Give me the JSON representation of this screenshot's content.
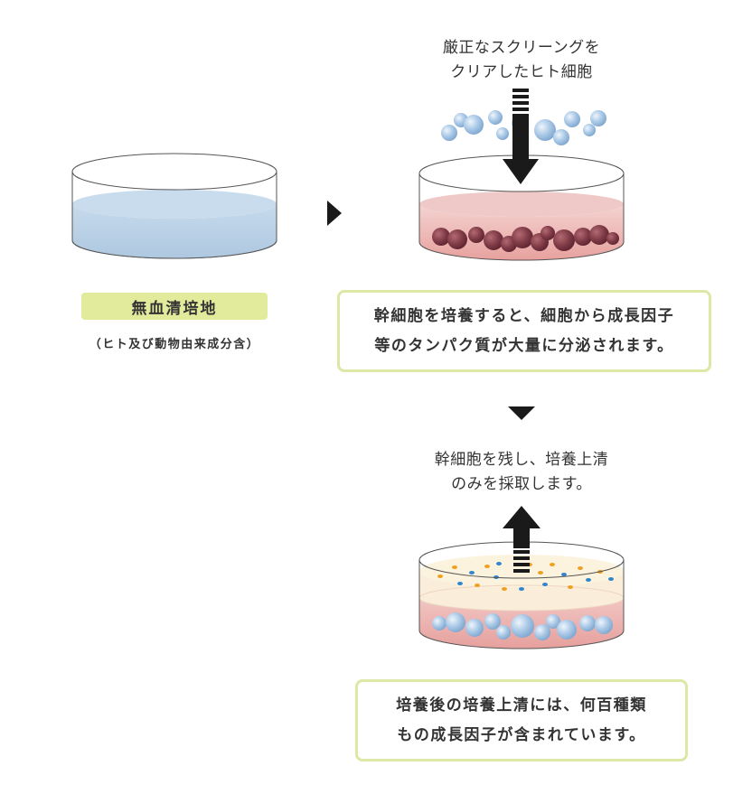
{
  "screening_caption": {
    "line1": "厳正なスクリーングを",
    "line2": "クリアしたヒト細胞"
  },
  "medium_label": "無血清培地",
  "medium_sublabel": "（ヒト及び動物由来成分含）",
  "culture_box": {
    "line1": "幹細胞を培養すると、細胞から成長因子",
    "line2": "等のタンパク質が大量に分泌されます。"
  },
  "harvest_caption": {
    "line1": "幹細胞を残し、培養上清",
    "line2": "のみを採取します。"
  },
  "result_box": {
    "line1": "培養後の培養上清には、何百種類",
    "line2": "もの成長因子が含まれています。"
  },
  "colors": {
    "medium_blue": "#b5cde3",
    "culture_red": "#e9a9a6",
    "supernatant_cream": "#fbf2d9",
    "cell_dark": "#8a4650",
    "cell_blue": "#9ec0e0",
    "label_green": "#e2eb9c",
    "box_border": "#dbe8a6",
    "arrow": "#1a1a1a",
    "dot_orange": "#f0a020",
    "dot_blue": "#2f86cc"
  },
  "icons": {
    "flow_right": "triangle-right-icon",
    "flow_down": "triangle-down-icon",
    "arrow_in": "striped-arrow-down-icon",
    "arrow_out": "striped-arrow-up-icon"
  }
}
